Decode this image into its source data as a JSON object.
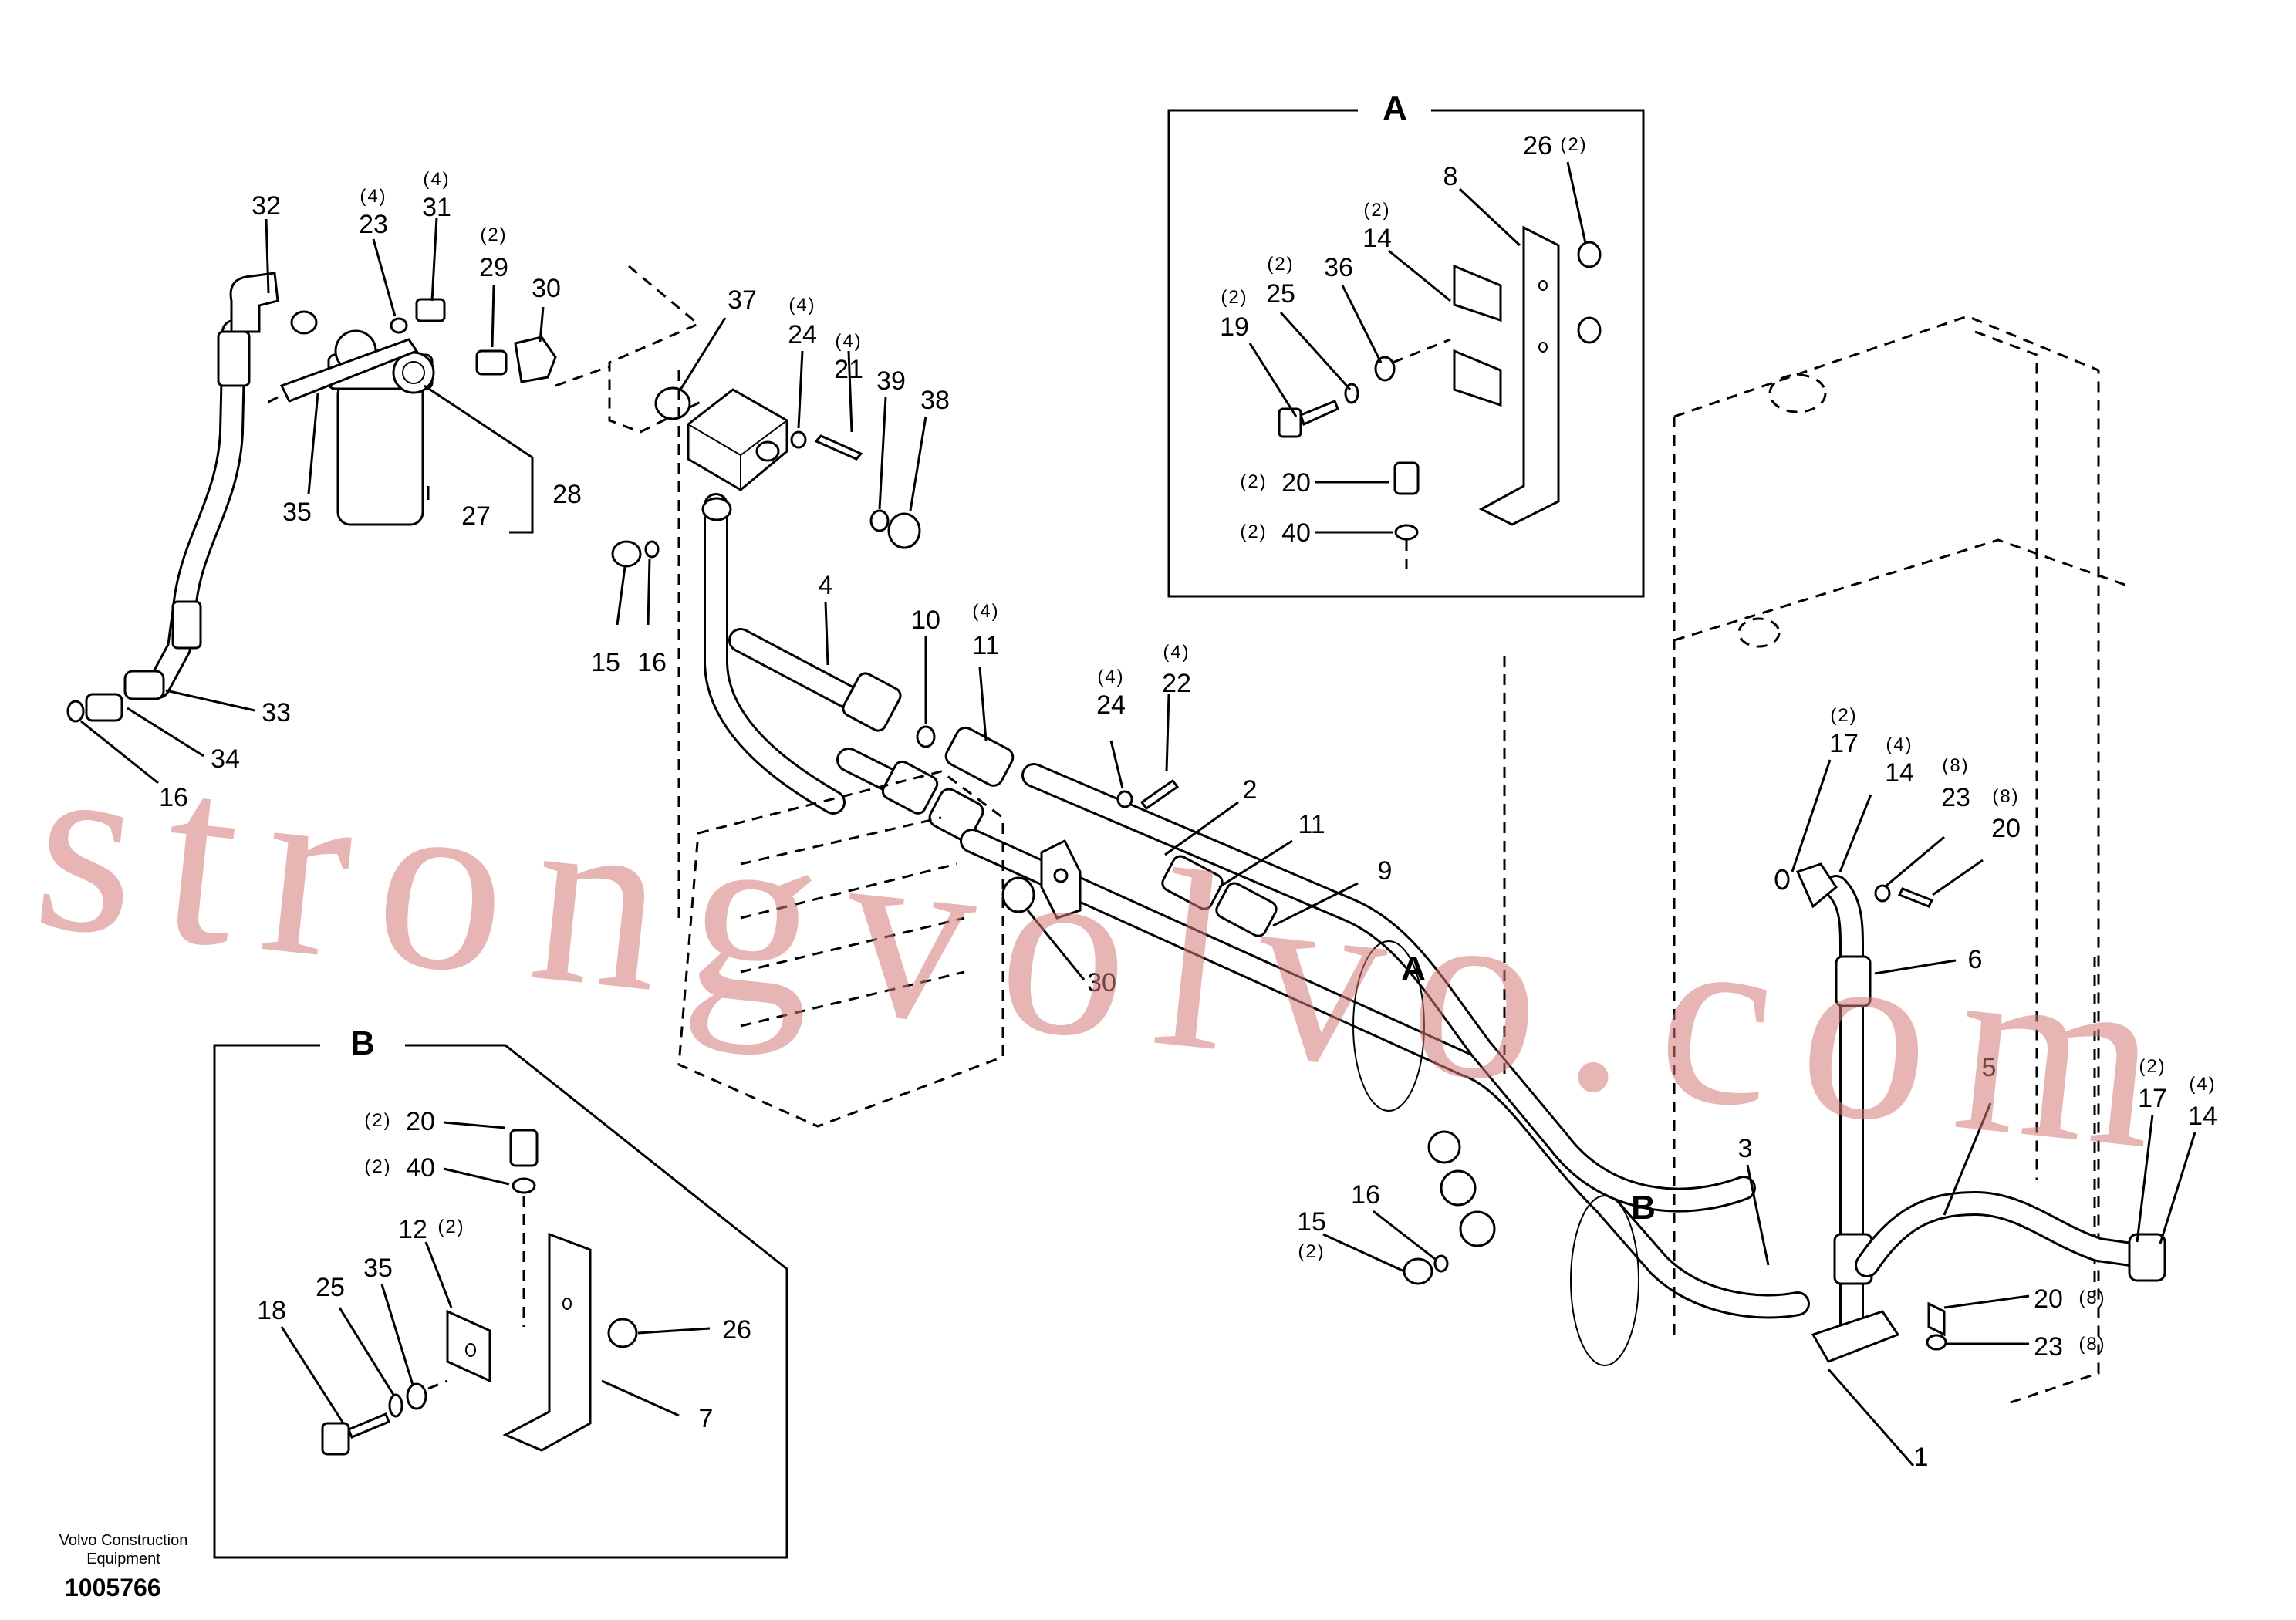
{
  "footer": {
    "brand_line1": "Volvo Construction",
    "brand_line2": "Equipment",
    "document_number": "1005766"
  },
  "watermark": "strongvolvo.com",
  "detail_a": {
    "title": "A"
  },
  "detail_b": {
    "title": "B"
  },
  "labels": {
    "p32": "32",
    "p23_top": "23",
    "q23_top": "(4)",
    "p31": "31",
    "q31": "(4)",
    "p29": "29",
    "q29": "(2)",
    "p30_top": "30",
    "p35_top": "35",
    "p27": "27",
    "p28": "28",
    "p33": "33",
    "p34": "34",
    "p16_left": "16",
    "p37": "37",
    "p24_top": "24",
    "q24_top": "(4)",
    "p21": "21",
    "q21": "(4)",
    "p39": "39",
    "p38": "38",
    "p15_mid": "15",
    "p16_mid": "16",
    "p4": "4",
    "p10": "10",
    "p11_top": "11",
    "q11_top": "(4)",
    "p24_mid": "24",
    "q24_mid": "(4)",
    "p22": "22",
    "q22": "(4)",
    "p2": "2",
    "p11_mid": "11",
    "p9": "9",
    "p30_mid": "30",
    "a_marker": "A",
    "b_marker": "B",
    "p17_right": "17",
    "q17_right": "(2)",
    "p14_right": "14",
    "q14_right": "(4)",
    "p23_right": "23",
    "q23_right": "(8)",
    "p20_right": "20",
    "q20_right": "(8)",
    "p6": "6",
    "p5": "5",
    "p3": "3",
    "p1": "1",
    "p16_low": "16",
    "p15_low": "15",
    "q15_low": "(2)",
    "p17_far": "17",
    "q17_far": "(2)",
    "p14_far": "14",
    "q14_far": "(4)",
    "p20_low": "20",
    "q20_low": "(8)",
    "p23_low": "23",
    "q23_low": "(8)",
    "a_p26": "26",
    "a_q26": "(2)",
    "a_p8": "8",
    "a_p14": "14",
    "a_q14": "(2)",
    "a_p25": "25",
    "a_q25": "(2)",
    "a_p36": "36",
    "a_p19": "19",
    "a_q19": "(2)",
    "a_p20": "20",
    "a_q20": "(2)",
    "a_p40": "40",
    "a_q40": "(2)",
    "b_p20": "20",
    "b_q20": "(2)",
    "b_p40": "40",
    "b_q40": "(2)",
    "b_p12": "12",
    "b_q12": "(2)",
    "b_p18": "18",
    "b_p25": "25",
    "b_p35": "35",
    "b_p26": "26",
    "b_p7": "7"
  }
}
